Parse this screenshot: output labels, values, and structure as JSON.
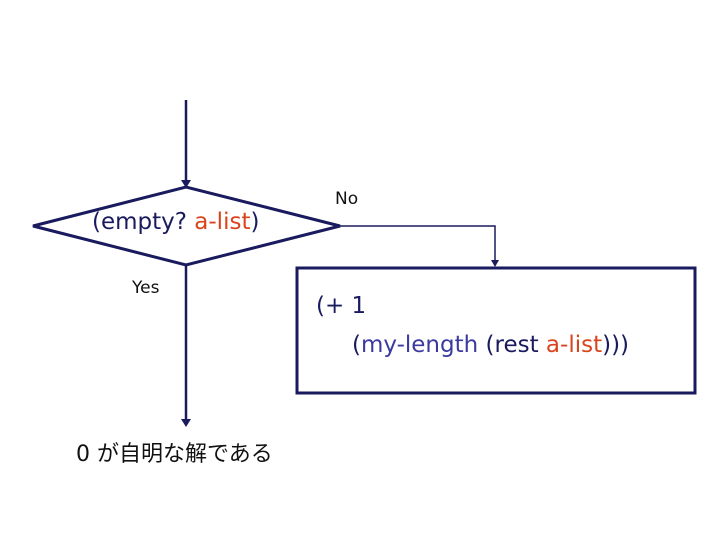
{
  "colors": {
    "line": "#1a1a5e",
    "variable": "#d9441c",
    "function": "#3a3aa0"
  },
  "decision": {
    "open": "(empty? ",
    "var": "a-list",
    "close": ")"
  },
  "branches": {
    "yes": "Yes",
    "no": "No"
  },
  "process": {
    "line1": "(+ 1",
    "line2_open": "(",
    "line2_fn": "my-length",
    "line2_mid": " (rest ",
    "line2_var": "a-list",
    "line2_close": ")))"
  },
  "result": "0 が自明な解である"
}
